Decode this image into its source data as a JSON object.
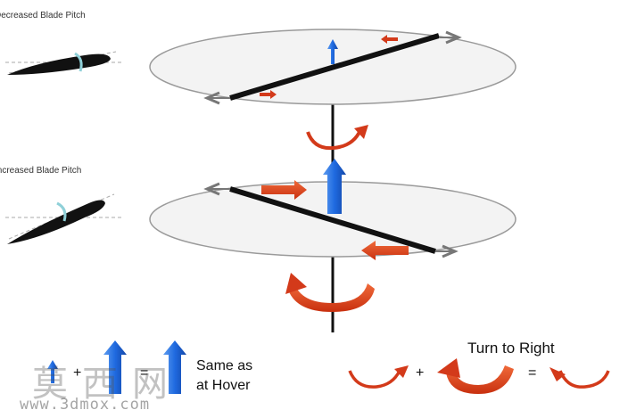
{
  "labels": {
    "decreased_pitch": "Decreased Blade Pitch",
    "increased_pitch": "Increased Blade Pitch",
    "same_as": "Same as",
    "at_hover": "at Hover",
    "turn_to_right": "Turn to Right",
    "plus": "+",
    "equals": "="
  },
  "watermark": {
    "text": "莫西网",
    "url": "www.3dmox.com"
  },
  "colors": {
    "lift_arrow": "#1f5fd1",
    "rotation_arrow": "#d33a1a",
    "blade": "#111111",
    "disk_fill": "#f3f3f3",
    "disk_stroke": "#9a9a9a"
  }
}
